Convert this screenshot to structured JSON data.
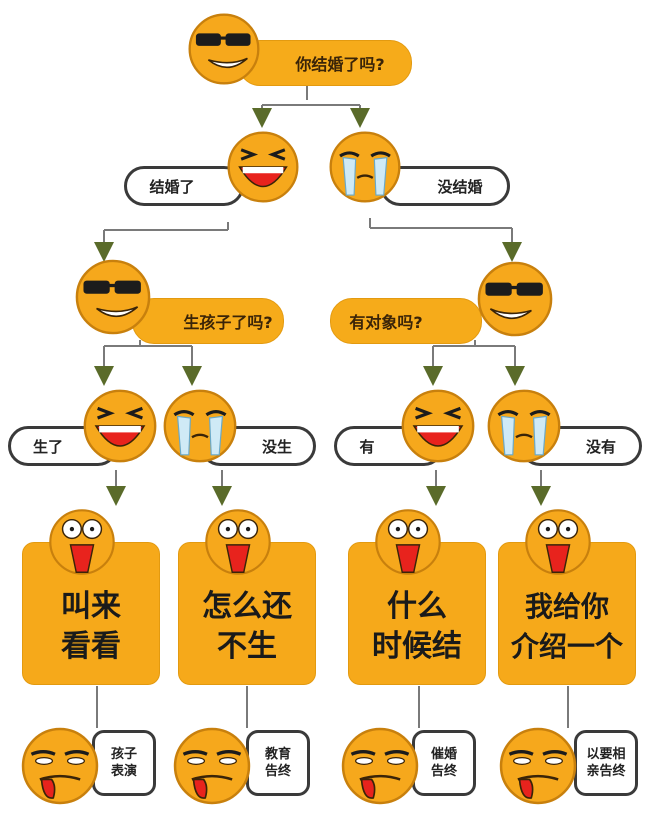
{
  "colors": {
    "accent": "#f6ab1a",
    "line": "#6b6b6b",
    "arrow": "#5a6b2a"
  },
  "root": {
    "question": "你结婚了吗?"
  },
  "level1": {
    "married": {
      "label": "结婚了",
      "question": "生孩子了吗?"
    },
    "unmarried": {
      "label": "没结婚",
      "question": "有对象吗?"
    }
  },
  "level2": [
    {
      "label": "生了",
      "line1": "叫来",
      "line2": "看看",
      "tag1": "孩子",
      "tag2": "表演"
    },
    {
      "label": "没生",
      "line1": "怎么还",
      "line2": "不生",
      "tag1": "教育",
      "tag2": "告终"
    },
    {
      "label": "有",
      "line1": "什么",
      "line2": "时候结",
      "tag1": "催婚",
      "tag2": "告终"
    },
    {
      "label": "没有",
      "line1": "我给你",
      "line2": "介绍一个",
      "tag1": "以要相",
      "tag2": "亲告终"
    }
  ],
  "faces": [
    "cool-sunglasses-face-icon",
    "laughing-face-icon",
    "crying-face-icon",
    "shocked-face-icon",
    "grumpy-tongue-face-icon"
  ]
}
